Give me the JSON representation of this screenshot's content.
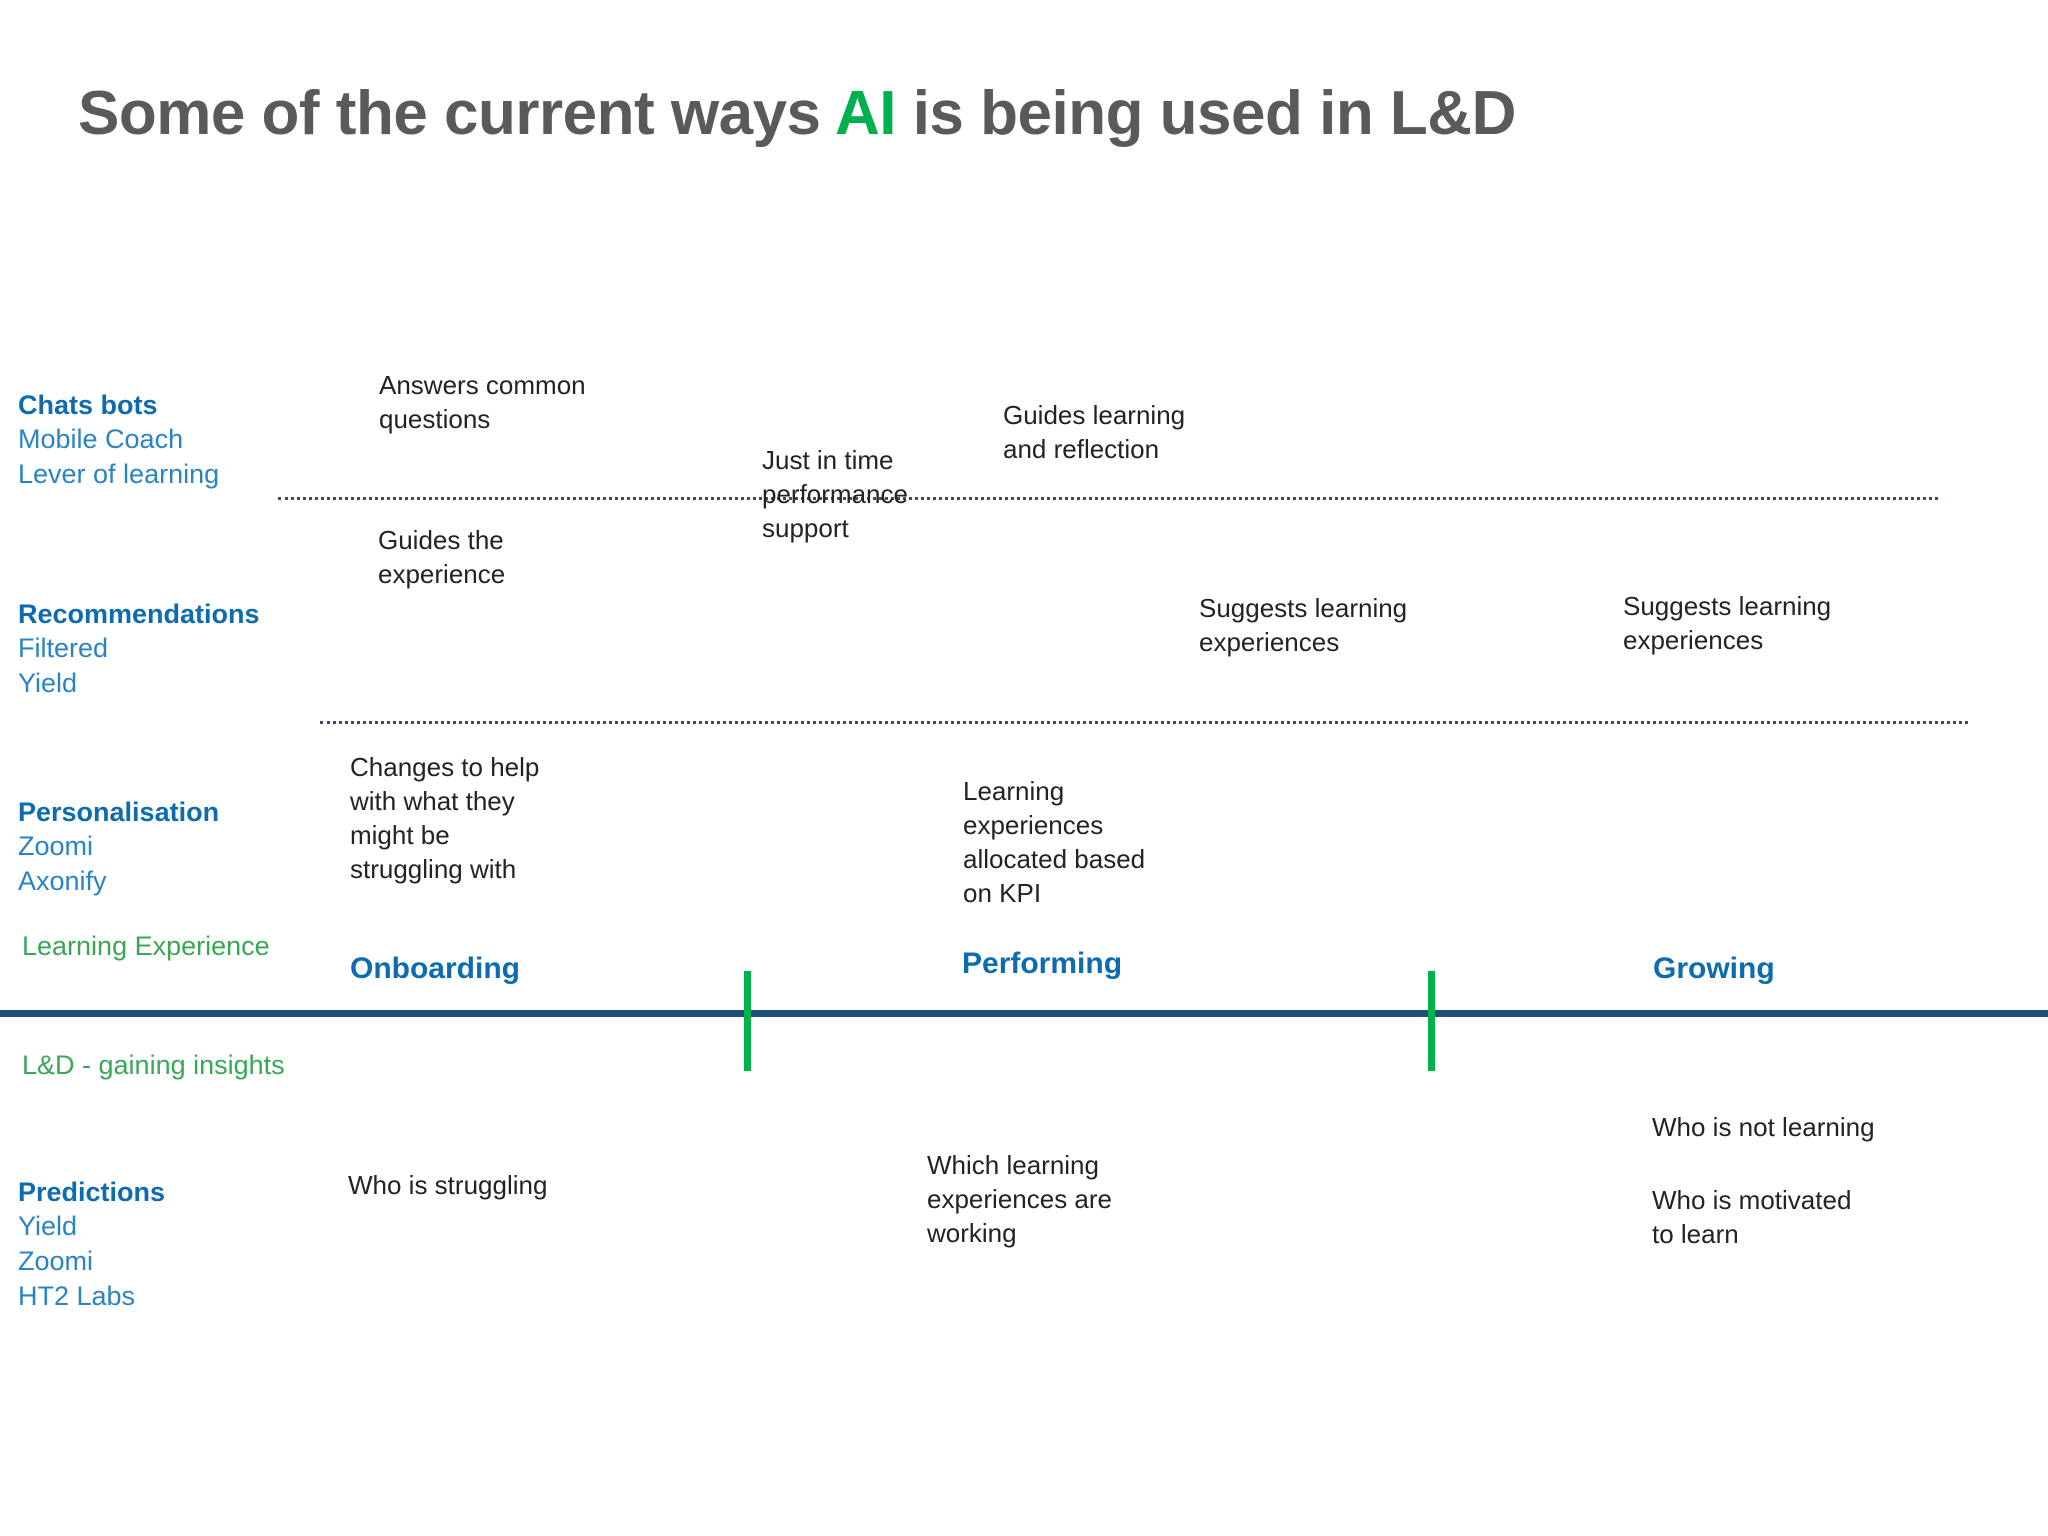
{
  "slide": {
    "title_before": "Some of the current ways ",
    "title_highlight": "AI",
    "title_after": " is being used in L&D",
    "colors": {
      "title_grey": "#5a5a5a",
      "accent_green": "#00b050",
      "heading_blue": "#0d6cb0",
      "sub_blue": "#2a84c4",
      "lane_green": "#3aa757",
      "axis_navy": "#1f4e79",
      "tick_green": "#00b24a",
      "body_text": "#232323"
    }
  },
  "categories": [
    {
      "title": "Chats bots",
      "tools": [
        "Mobile Coach",
        "Lever of learning"
      ]
    },
    {
      "title": "Recommendations",
      "tools": [
        "Filtered",
        "Yield"
      ]
    },
    {
      "title": "Personalisation",
      "tools": [
        "Zoomi",
        "Axonify"
      ]
    },
    {
      "title": "Predictions",
      "tools": [
        "Yield",
        "Zoomi",
        "HT2 Labs"
      ]
    }
  ],
  "lanes": [
    {
      "label": "Learning Experience"
    },
    {
      "label": "L&D - gaining insights"
    }
  ],
  "stages": [
    {
      "label": "Onboarding"
    },
    {
      "label": "Performing"
    },
    {
      "label": "Growing"
    }
  ],
  "notes": {
    "chatbots_onboarding": "Answers common\nquestions",
    "chatbots_performing": "Just in time\nperformance\nsupport",
    "chatbots_growing": "Guides learning\nand reflection",
    "recommendations_onboarding": "Guides the\nexperience",
    "recommendations_performing": "Suggests learning\nexperiences",
    "recommendations_growing": "Suggests learning\nexperiences",
    "personalisation_onboarding": "Changes to help\nwith what they\nmight be\nstruggling with",
    "personalisation_performing": "Learning\nexperiences\nallocated based\non KPI",
    "predictions_onboarding": "Who is struggling",
    "predictions_performing": "Which learning\nexperiences are\nworking",
    "predictions_growing_a": "Who is not learning",
    "predictions_growing_b": "Who is motivated\nto learn"
  }
}
